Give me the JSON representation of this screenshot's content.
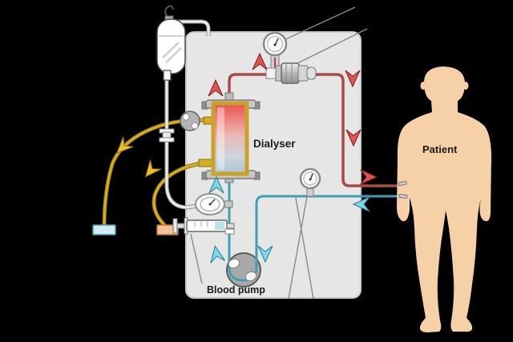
{
  "diagram": {
    "type": "hemodialysis-schematic",
    "labels": {
      "dialyser": "Dialyser",
      "blood_pump": "Blood pump",
      "patient": "Patient"
    },
    "colors": {
      "background": "#000000",
      "machine_panel": "#e6e6e6",
      "blood_line": "#a84a46",
      "blood_arrow": "#e05353",
      "venous_line": "#3f9fb5",
      "venous_arrow": "#7dd9ea",
      "dialysate_line": "#d4af24",
      "dialysate_arrow": "#e8c128",
      "dialyser_border": "#c9a227",
      "dialyser_top": "#ee5050",
      "dialyser_bottom": "#adc6dc",
      "skin": "#f6d0a6",
      "supply_cap": "#cfeef5",
      "drain_cap": "#f5c09a"
    },
    "components": [
      "iv-drip-bag",
      "drip-line-clamp",
      "dialysate-roller-pump",
      "dialyser",
      "arterial-pressure-gauge",
      "bubble-trap",
      "venous-pressure-gauge",
      "pressure-sensor-pod",
      "heparin-syringe",
      "blood-pump",
      "dialysate-supply-cap",
      "dialysate-drain-cap",
      "patient-figure"
    ],
    "flow_arrow_counts": {
      "red": 5,
      "cyan": 4,
      "yellow": 2
    }
  }
}
